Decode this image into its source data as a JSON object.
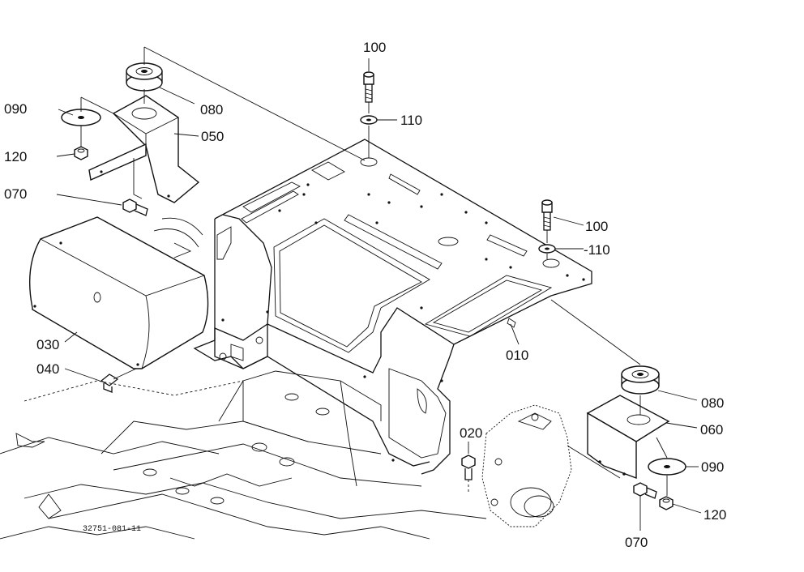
{
  "drawing_number": "32751-081-11",
  "callouts": {
    "c100_top": "100",
    "c110_top": "110",
    "c080_left": "080",
    "c090_left": "090",
    "c050": "050",
    "c120_left": "120",
    "c070_left": "070",
    "c100_right": "100",
    "c110_right": "-110",
    "c030": "030",
    "c040": "040",
    "c010": "010",
    "c080_right": "080",
    "c060": "060",
    "c020": "020",
    "c090_right": "090",
    "c120_right": "120",
    "c070_right": "070"
  }
}
